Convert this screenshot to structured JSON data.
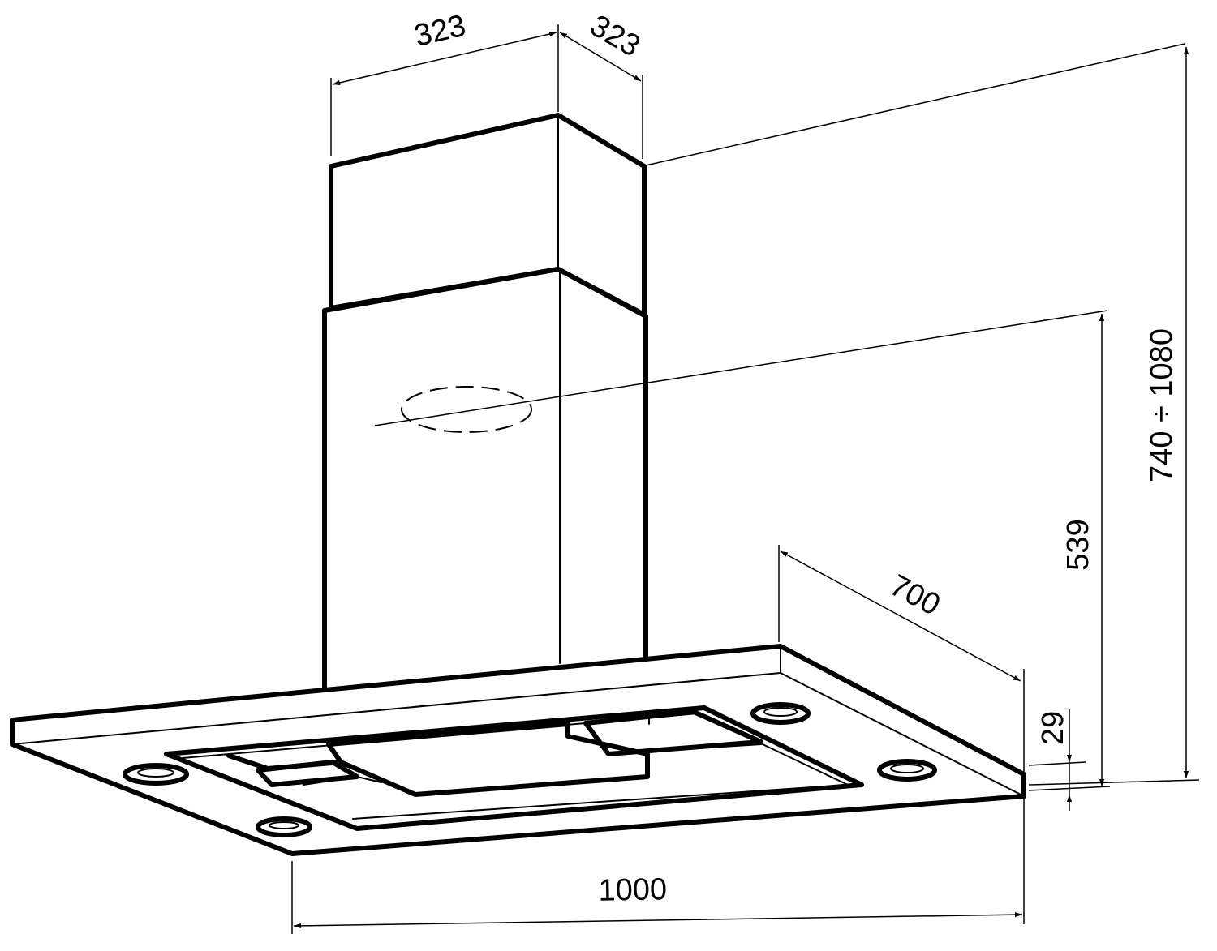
{
  "dimensions": {
    "chimney_width": "323",
    "chimney_depth": "323",
    "hood_depth": "700",
    "hood_width": "1000",
    "duct_height": "539",
    "overall_height": "740 ÷ 1080",
    "canopy_thickness": "29"
  },
  "colors": {
    "line": "#000000",
    "background": "#ffffff"
  }
}
